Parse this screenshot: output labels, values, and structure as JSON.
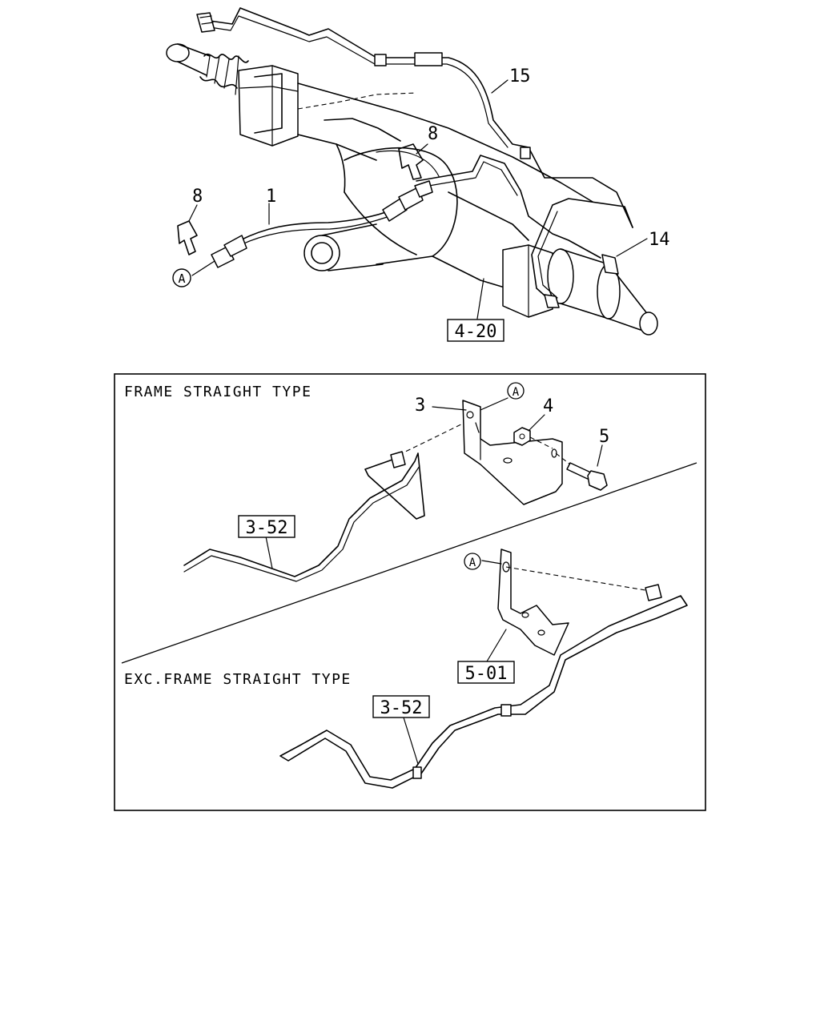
{
  "callouts": {
    "c1": "1",
    "c8a": "8",
    "c8b": "8",
    "c14": "14",
    "c15": "15",
    "ref_4_20": "4-20",
    "circle_a1": "A",
    "c3": "3",
    "c4": "4",
    "c5": "5",
    "circle_a2": "A",
    "ref_3_52_top": "3-52",
    "circle_a3": "A",
    "ref_5_01": "5-01",
    "ref_3_52_bottom": "3-52"
  },
  "detail_box": {
    "frame_straight_title": "FRAME STRAIGHT TYPE",
    "exc_frame_straight_title": "EXC.FRAME STRAIGHT TYPE"
  }
}
